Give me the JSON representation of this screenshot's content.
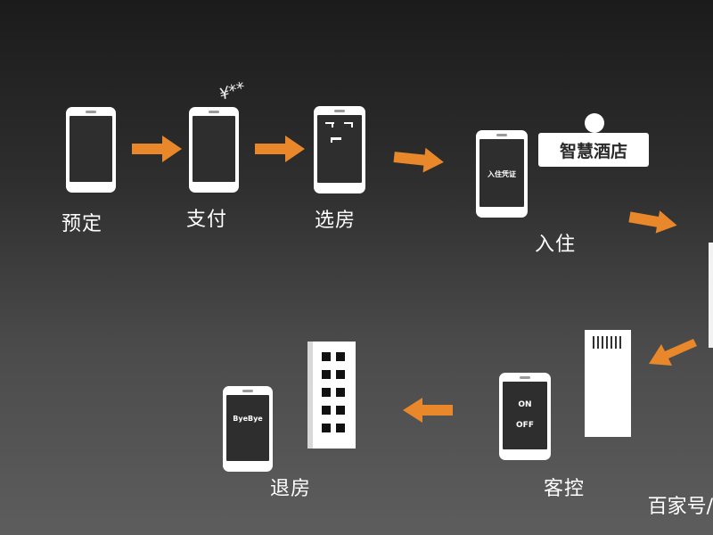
{
  "steps": {
    "book": {
      "label": "预定"
    },
    "pay": {
      "label": "支付",
      "coin_glyphs": "¥**"
    },
    "select_room": {
      "label": "选房"
    },
    "check_in": {
      "label": "入住",
      "screen_text": "入住凭证",
      "hotel_sign_text": "智慧酒店"
    },
    "room_control": {
      "label": "客控",
      "on_text": "ON",
      "off_text": "OFF"
    },
    "check_out": {
      "label": "退房",
      "screen_text": "ByeBye"
    }
  },
  "watermark": "百家号/",
  "colors": {
    "arrow": "#E8882A",
    "device": "#FFFFFF",
    "screen": "#2E2E2E"
  },
  "icons": [
    "phone-icon",
    "arrow-right-icon",
    "arrow-left-icon",
    "arrow-down-left-icon",
    "hotel-sign-icon",
    "building-icon",
    "air-conditioner-icon",
    "money-icon"
  ]
}
